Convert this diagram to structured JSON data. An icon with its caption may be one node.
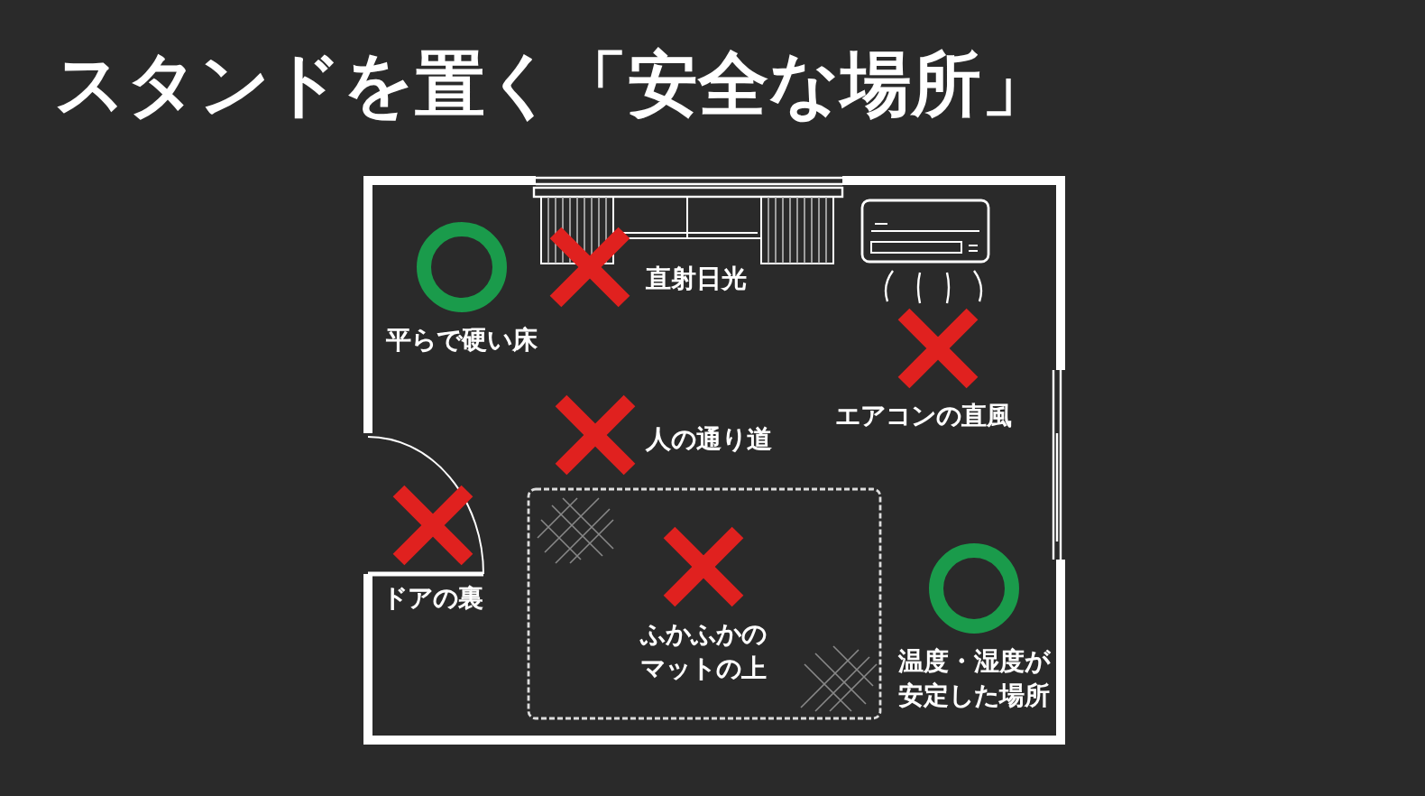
{
  "diagram": {
    "title": "スタンドを置く「安全な場所」",
    "nodes": [
      {
        "text": [],
        "shape": "circle",
        "beside": [
          "平らで硬い床"
        ]
      },
      {
        "text": [],
        "shape": "cross",
        "beside": [
          "直射日光"
        ]
      },
      {
        "text": [],
        "shape": "cross",
        "beside": [
          "エアコンの直風"
        ]
      },
      {
        "text": [],
        "shape": "cross",
        "beside": [
          "人の通り道"
        ]
      },
      {
        "text": [],
        "shape": "cross",
        "beside": [
          "ドアの裏"
        ]
      },
      {
        "text": [],
        "shape": "cross",
        "beside": [
          "ふかふかのマットの上"
        ]
      },
      {
        "text": [],
        "shape": "circle",
        "beside": [
          "温度・湿度が安定した場所"
        ]
      }
    ]
  }
}
